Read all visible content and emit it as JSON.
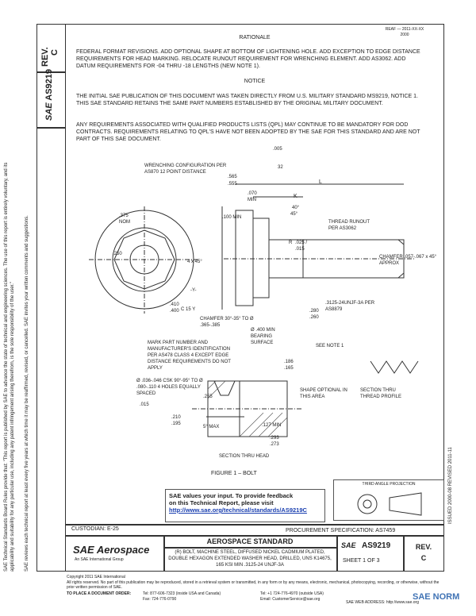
{
  "header": {
    "top_right_line1": "REAF — 2011-XX-XX",
    "top_right_line2": "2000",
    "rev_label": "REV.",
    "rev_value": "C",
    "doc_number": "AS9219",
    "sae_mark": "SAE"
  },
  "rationale": {
    "heading": "RATIONALE",
    "body": "FEDERAL FORMAT REVISIONS. ADD OPTIONAL SHAPE AT BOTTOM OF LIGHTENING HOLE. ADD EXCEPTION TO EDGE DISTANCE REQUIREMENTS FOR HEAD MARKING. RELOCATE RUNOUT REQUIREMENT FOR WRENCHING ELEMENT. ADD AS3062. ADD DATUM REQUIREMENTS FOR -04 THRU -18 LENGTHS (NEW NOTE 1)."
  },
  "notice": {
    "heading": "NOTICE",
    "para1": "THE INITIAL SAE PUBLICATION OF THIS DOCUMENT WAS TAKEN DIRECTLY FROM U.S. MILITARY STANDARD MS9219, NOTICE 1. THIS SAE STANDARD RETAINS THE SAME PART NUMBERS ESTABLISHED BY THE ORIGINAL MILITARY DOCUMENT.",
    "para2": "ANY REQUIREMENTS ASSOCIATED WITH QUALIFIED PRODUCTS LISTS (QPL) MAY CONTINUE TO BE MANDATORY FOR DOD CONTRACTS. REQUIREMENTS RELATING TO QPL'S HAVE NOT BEEN ADOPTED BY THE SAE FOR THIS STANDARD AND ARE NOT PART OF THIS SAE DOCUMENT."
  },
  "drawing": {
    "wrenching": "WRENCHING CONFIGURATION PER AS870 12 POINT DISTANCE",
    "d375": ".375",
    "nom": "NOM",
    "d565": ".565",
    "d555": ".555",
    "d070": ".070",
    "min": "MIN",
    "d100min": ".100 MIN",
    "d005": ".005",
    "d32": "32",
    "L": "L",
    "K": "K",
    "angle40": "40°",
    "angle45": "45°",
    "thread_runout": "THREAD RUNOUT PER AS3062",
    "r": "R",
    "r_vals": ".025 / .015",
    "chamfer_right": "CHAMFER .057-.067 x 45° APPROX",
    "d250": ".250",
    "x45": "4 x 45°",
    "d410": ".410",
    "d400": ".400",
    "c15": "C 15 Y",
    "ref_y": "-Y-",
    "chamfer_bottom": "CHAMFER 30°-35° TO Ø .365-.385",
    "d400min": "Ø .400 MIN BEARING SURFACE",
    "thread": ".3125-24UNJF-3A PER AS8879",
    "d280": ".280",
    "d260": ".260",
    "see_note": "SEE NOTE 1",
    "part_mark": "MARK PART NUMBER AND MANUFACTURER'S IDENTIFICATION PER AS478 CLASS 4 EXCEPT EDGE DISTANCE REQUIREMENTS DO NOT APPLY",
    "csk": "Ø .036-.046 CSK 90°-95° TO Ø .080-.110 4 HOLES EQUALLY SPACED",
    "tol": ".015",
    "d186a": ".186",
    "d165": ".165",
    "d255": ".255",
    "shape_optional": "SHAPE OPTIONAL IN THIS AREA",
    "d210": ".210",
    "d195": ".195",
    "max5": "5° MAX",
    "d127": ".127 MIN",
    "d293": ".293",
    "d273": ".273",
    "section_thru_head": "SECTION THRU HEAD",
    "section_thread": "SECTION THRU THREAD PROFILE",
    "figure": "FIGURE 1 – BOLT"
  },
  "feedback": {
    "line1": "SAE values your input. To provide feedback",
    "line2": "on this Technical Report, please visit",
    "url": "http://www.sae.org/technical/standards/AS9219C"
  },
  "third_angle": "THIRD ANGLE PROJECTION",
  "title_block": {
    "custodian": "CUSTODIAN: E-25",
    "procurement": "PROCUREMENT SPECIFICATION: AS7459",
    "aero": "SAE Aerospace",
    "sae_sub": "An SAE International Group",
    "standard": "AEROSPACE STANDARD",
    "description": "(R) BOLT, MACHINE STEEL, DIFFUSED NICKEL CADMIUM PLATED, DOUBLE HEXAGON EXTENDED WASHER HEAD, DRILLED, UNS K14675, 165 KSI MIN .3125-24 UNJF-3A",
    "sae_small": "SAE",
    "number": "AS9219",
    "sheet": "SHEET 1 OF 3",
    "rev": "REV.",
    "rev_value": "C"
  },
  "side_right": "ISSUED 2000-08    REVISED 2011-11",
  "side_left1": "SAE Technical Standards Board Rules provide that: \"This report is published by SAE to advance the state of technical and engineering sciences. The use of this report is entirely voluntary, and its applicability and suitability for any particular use, including any patent infringement arising therefrom, is the sole responsibility of the user.\"",
  "side_left2": "SAE reviews each technical report at least every five years at which time it may be reaffirmed, revised, or cancelled. SAE invites your written comments and suggestions.",
  "footer": {
    "copyright": "Copyright 2011 SAE International",
    "rights": "All rights reserved. No part of this publication may be reproduced, stored in a retrieval system or transmitted, in any form or by any means, electronic, mechanical, photocopying, recording, or otherwise, without the prior written permission of SAE.",
    "order": "TO PLACE A DOCUMENT ORDER:",
    "tel": "Tel: 877-606-7323 (inside USA and Canada)",
    "tel2": "Tel: +1 724-776-4970 (outside USA)",
    "fax": "Fax: 724-776-0790",
    "email": "Email: CustomerService@sae.org",
    "web": "SAE WEB ADDRESS: http://www.sae.org",
    "watermark": "SAE NORM"
  }
}
